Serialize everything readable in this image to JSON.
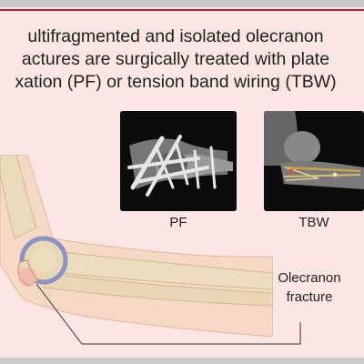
{
  "headline": {
    "line1": "ultifragmented and isolated olecranon",
    "line2": "actures are surgically treated with plate",
    "line3": "xation (PF) or tension band wiring (TBW)"
  },
  "panels": {
    "pf_caption": "PF",
    "tbw_caption": "TBW"
  },
  "annotation": {
    "line1": "Olecranon",
    "line2": "fracture"
  },
  "colors": {
    "background": "#fbe6e3",
    "accent_rule": "#a8263a",
    "xray_bone": "#8b8b8b",
    "implant": "#d9d9d9",
    "tbw_highlight": "#c9a44a",
    "joint_cartilage": "#8b93c6"
  }
}
